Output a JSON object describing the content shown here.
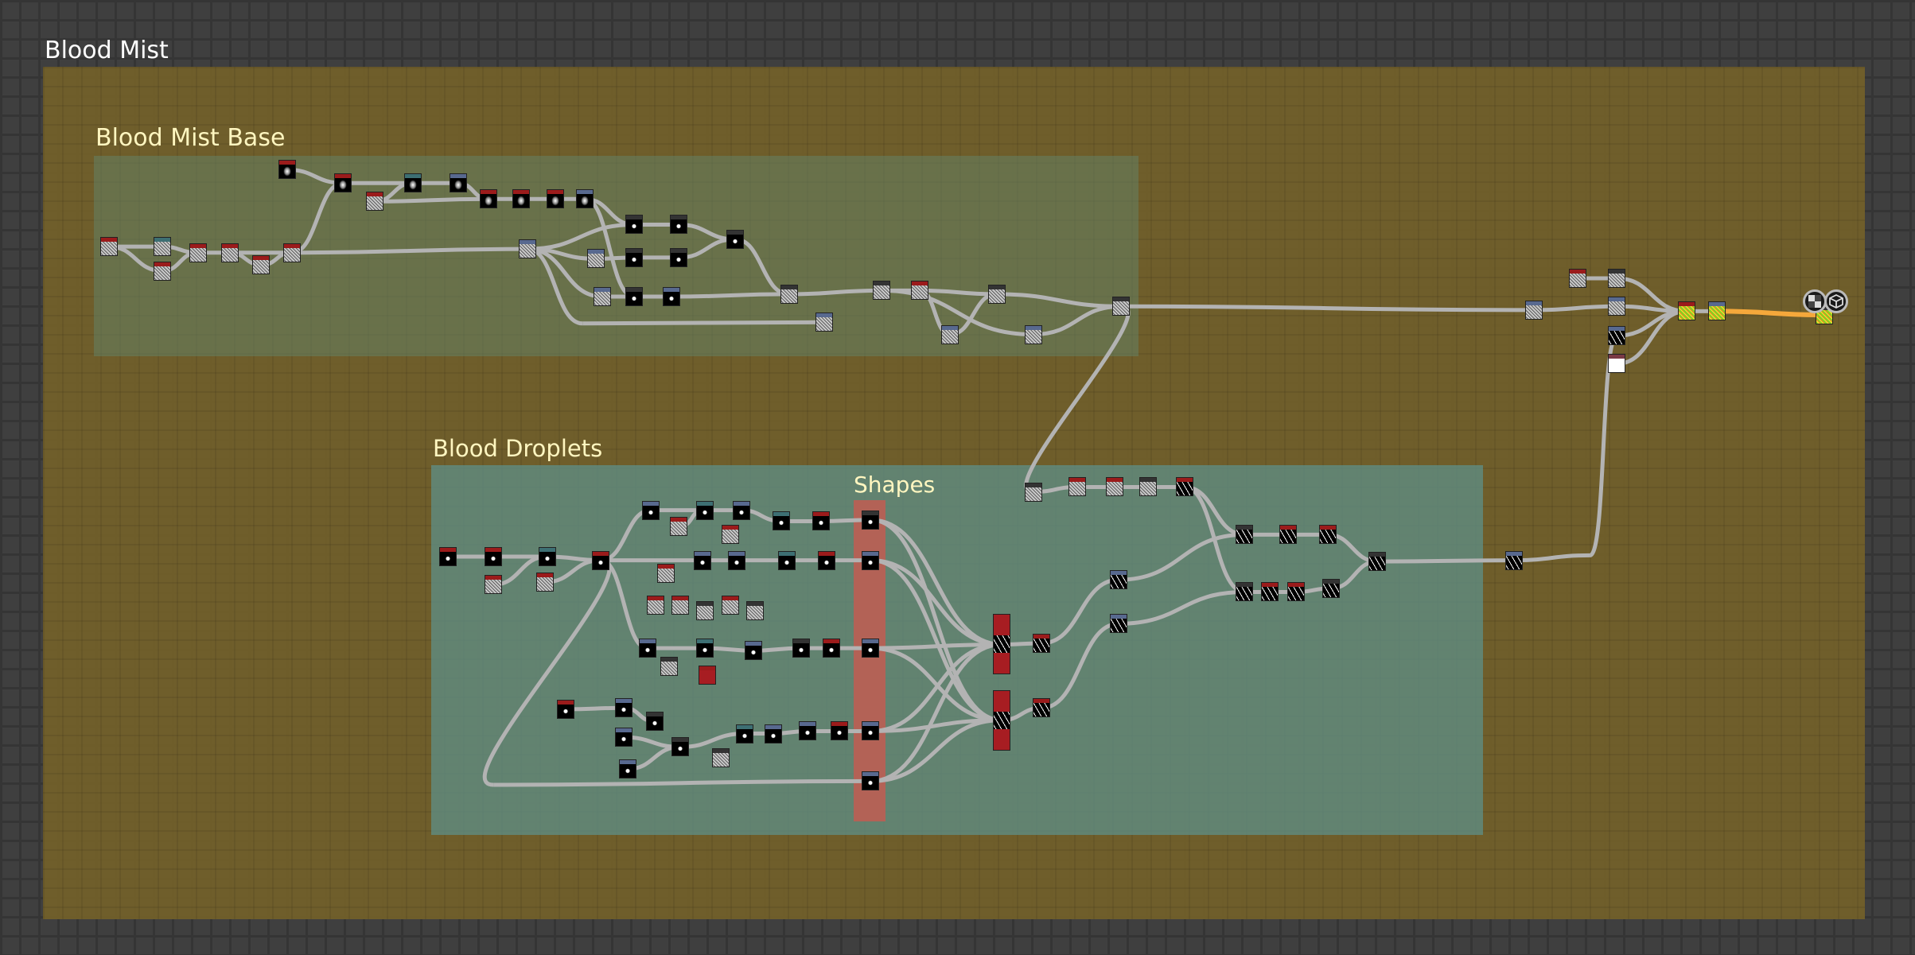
{
  "frames": {
    "blood_mist": "Blood Mist",
    "blood_mist_base": "Blood Mist Base",
    "blood_droplets": "Blood Droplets",
    "shapes": "Shapes"
  },
  "colors": {
    "wire": "#b3b3b3",
    "output_wire": "#f5a83b",
    "node_header_red": "#9b1b1b",
    "node_header_teal": "#3d6f73",
    "node_header_blue": "#58698f"
  },
  "view_icons": [
    "checker-2d-view-icon",
    "3d-view-icon"
  ]
}
